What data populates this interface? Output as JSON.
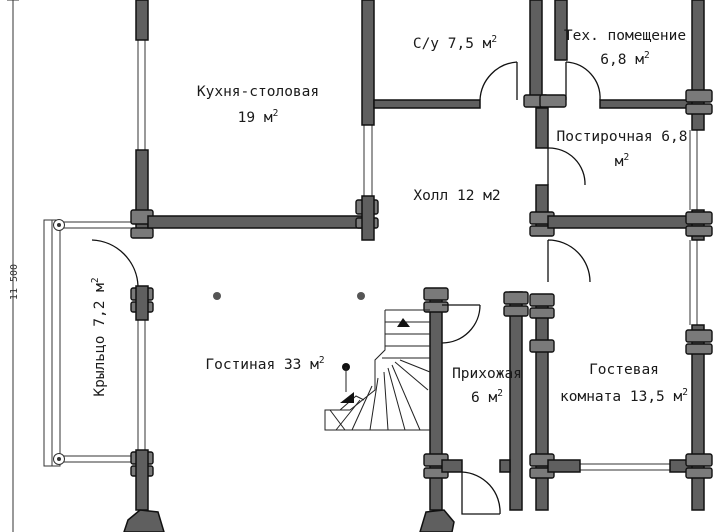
{
  "rooms": [
    {
      "id": "kitchen",
      "name": "Кухня-столовая",
      "area": "19 м",
      "sup": "2"
    },
    {
      "id": "wc",
      "name": "С/у 7,5 м",
      "sup": "2"
    },
    {
      "id": "tech",
      "name": "Тех. помещение",
      "area": "6,8 м",
      "sup": "2"
    },
    {
      "id": "laundry",
      "name": "Постирочная 6,8",
      "area": "м",
      "sup": "2"
    },
    {
      "id": "hall",
      "name": "Холл 12 м2"
    },
    {
      "id": "living",
      "name": "Гостиная 33 м",
      "sup": "2"
    },
    {
      "id": "porch",
      "name": "Крыльцо 7,2 м",
      "sup": "2"
    },
    {
      "id": "entry",
      "name": "Прихожая",
      "area": "6 м",
      "sup": "2"
    },
    {
      "id": "guest",
      "name": "Гостевая",
      "area": "комната 13,5 м",
      "sup": "2"
    }
  ],
  "dimension": "11 500"
}
